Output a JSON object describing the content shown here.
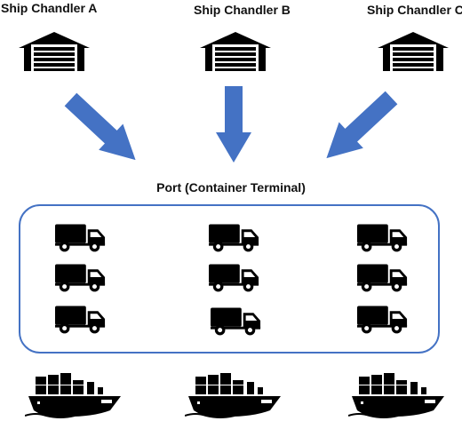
{
  "chandlers": [
    {
      "label": "Ship Chandler A"
    },
    {
      "label": "Ship Chandler B"
    },
    {
      "label": "Ship Chandler C"
    }
  ],
  "port": {
    "title": "Port (Container Terminal)"
  },
  "icons": {
    "warehouse": "warehouse-icon",
    "truck": "truck-icon",
    "ship": "container-ship-icon",
    "arrow": "arrow-icon"
  },
  "colors": {
    "arrow_fill": "#4472c4",
    "port_border": "#4472c4",
    "icon": "#000000"
  }
}
